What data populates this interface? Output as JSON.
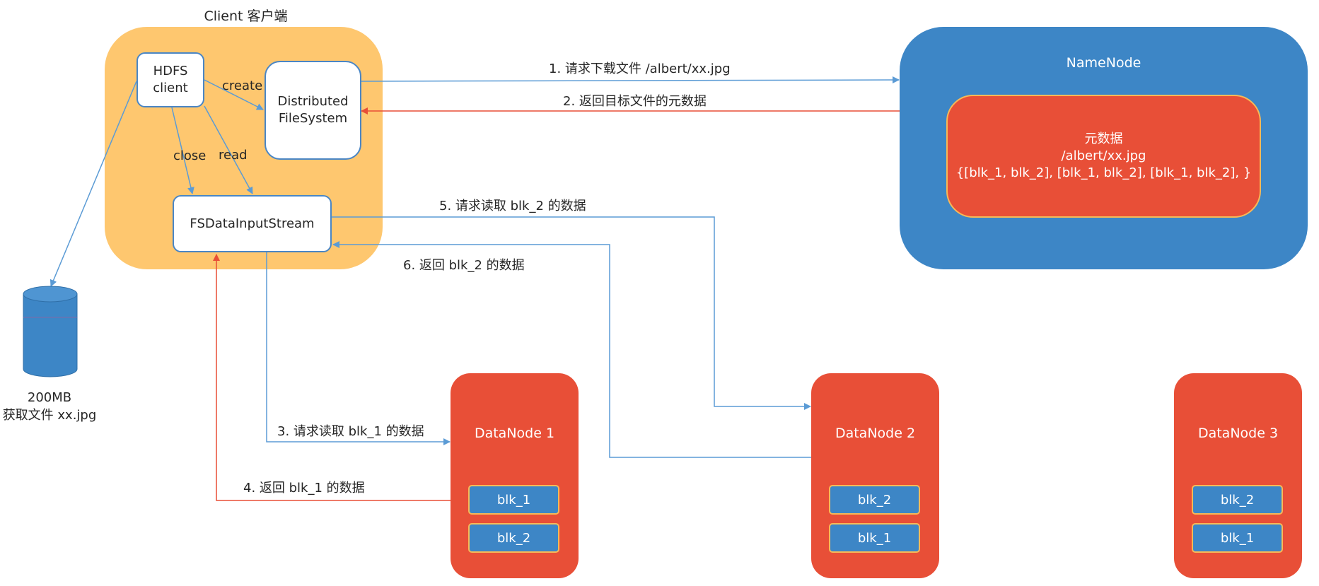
{
  "client": {
    "title": "Client 客户端"
  },
  "hdfs_client": {
    "label": "HDFS\nclient"
  },
  "distributed_fs": {
    "label": "Distributed\nFileSystem"
  },
  "fs_input_stream": {
    "label": "FSDataInputStream"
  },
  "namenode": {
    "title": "NameNode",
    "metadata": {
      "label": "元数据\n/albert/xx.jpg\n{[blk_1, blk_2], [blk_1, blk_2], [blk_1, blk_2], }"
    }
  },
  "datanodes": [
    {
      "title": "DataNode 1",
      "blocks": [
        "blk_1",
        "blk_2"
      ]
    },
    {
      "title": "DataNode 2",
      "blocks": [
        "blk_2",
        "blk_1"
      ]
    },
    {
      "title": "DataNode 3",
      "blocks": [
        "blk_2",
        "blk_1"
      ]
    }
  ],
  "database": {
    "label": "200MB\n获取文件 xx.jpg"
  },
  "edges": {
    "create": "create",
    "close": "close",
    "read": "read",
    "step1": "1. 请求下载文件 /albert/xx.jpg",
    "step2": "2. 返回目标文件的元数据",
    "step3": "3. 请求读取 blk_1 的数据",
    "step4": "4. 返回 blk_1 的数据",
    "step5": "5. 请求读取 blk_2 的数据",
    "step6": "6. 返回 blk_2 的数据"
  },
  "colors": {
    "client_bg": "#fec76f",
    "namenode_bg": "#3d86c6",
    "datanode_bg": "#e84f37",
    "request_line": "#5b9bd5",
    "response_line": "#e84f37"
  }
}
